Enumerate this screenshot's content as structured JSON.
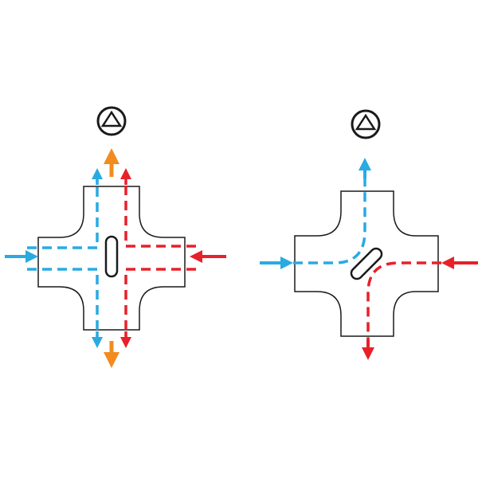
{
  "colors": {
    "cold": "#29aae2",
    "hot": "#e8202a",
    "exhaust": "#f28c1e",
    "outline": "#1a1a1a",
    "background": "#ffffff"
  },
  "diagrams": [
    {
      "id": "left",
      "mode": "parallel-flow",
      "fan_icon": "fan-symbol-icon"
    },
    {
      "id": "right",
      "mode": "diagonal-deflector",
      "fan_icon": "fan-symbol-icon"
    }
  ]
}
